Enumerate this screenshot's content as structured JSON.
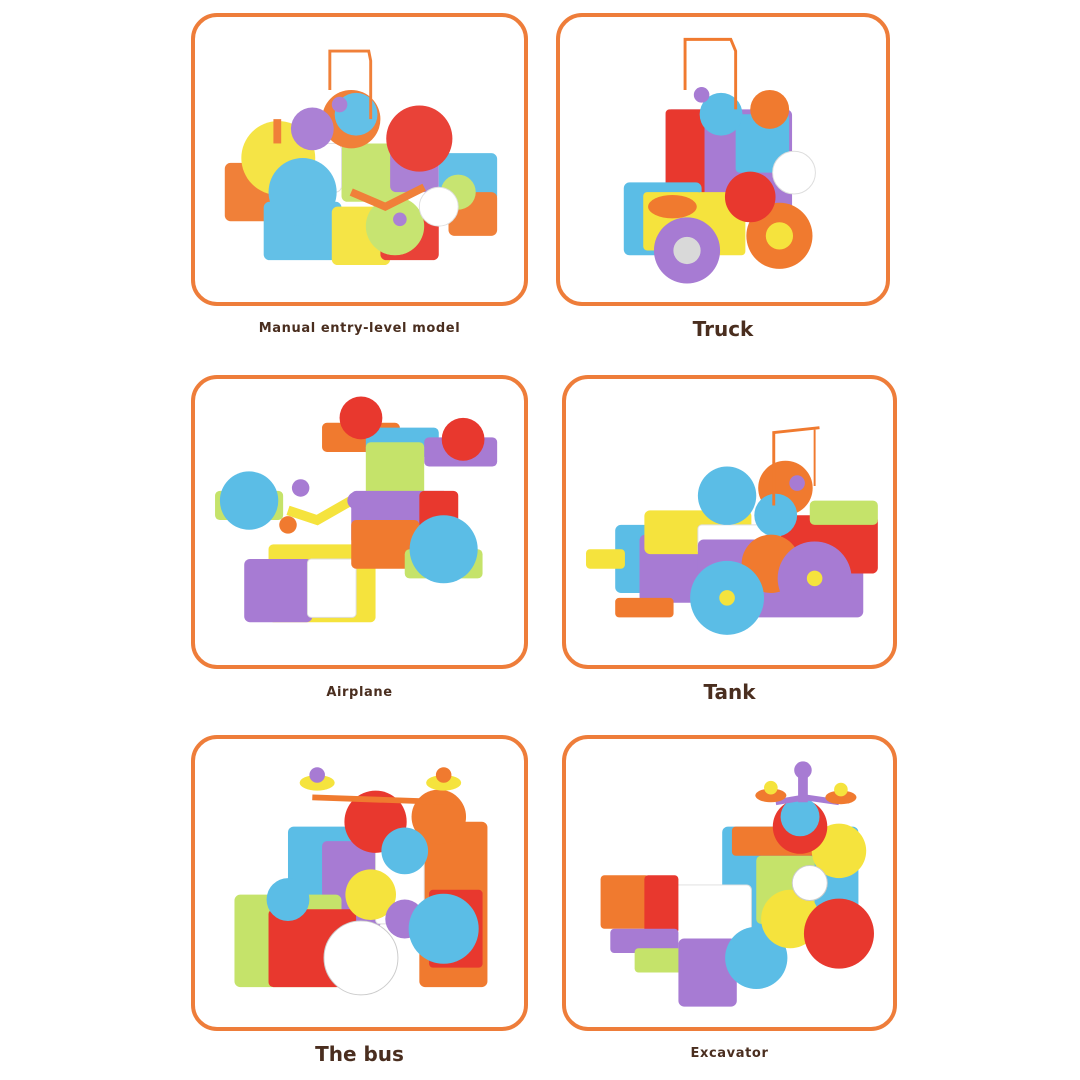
{
  "layout": {
    "border_color": "#ee7d3a",
    "label_color": "#4a2e1f",
    "background": "#ffffff"
  },
  "models": [
    {
      "label": "Manual entry-level model",
      "image": "gear-toy-flat-layout-with-swing"
    },
    {
      "label": "Truck",
      "image": "gear-toy-truck-build"
    },
    {
      "label": "Airplane",
      "image": "gear-toy-airplane-build"
    },
    {
      "label": "Tank",
      "image": "gear-toy-tank-build"
    },
    {
      "label": "The bus",
      "image": "gear-toy-bus-build"
    },
    {
      "label": "Excavator",
      "image": "gear-toy-excavator-build"
    }
  ],
  "palette": [
    "#f5e33d",
    "#5bbde6",
    "#e8382e",
    "#f07a2f",
    "#a77bd3",
    "#c5e36a",
    "#ffffff"
  ]
}
